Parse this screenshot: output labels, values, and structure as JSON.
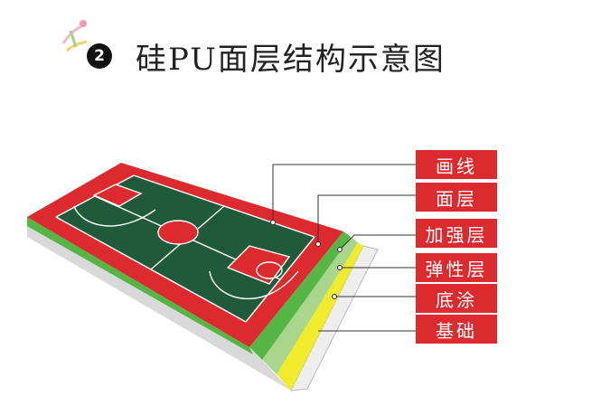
{
  "header": {
    "step_number": "2",
    "title": "硅PU面层结构示意图"
  },
  "layers": [
    {
      "label": "画线",
      "color": "#dd2a2e"
    },
    {
      "label": "面层",
      "color": "#dd2a2e"
    },
    {
      "label": "加强层",
      "color": "#55b545"
    },
    {
      "label": "弹性层",
      "color": "#a9d58c"
    },
    {
      "label": "底涂",
      "color": "#f0ec2a"
    },
    {
      "label": "基础",
      "color": "#eeeeee"
    }
  ],
  "colors": {
    "label_bg": "#dd2a2e",
    "court_surface": "#1f5a3a",
    "court_border": "#dd2a2e",
    "court_lines": "#ffffff"
  }
}
